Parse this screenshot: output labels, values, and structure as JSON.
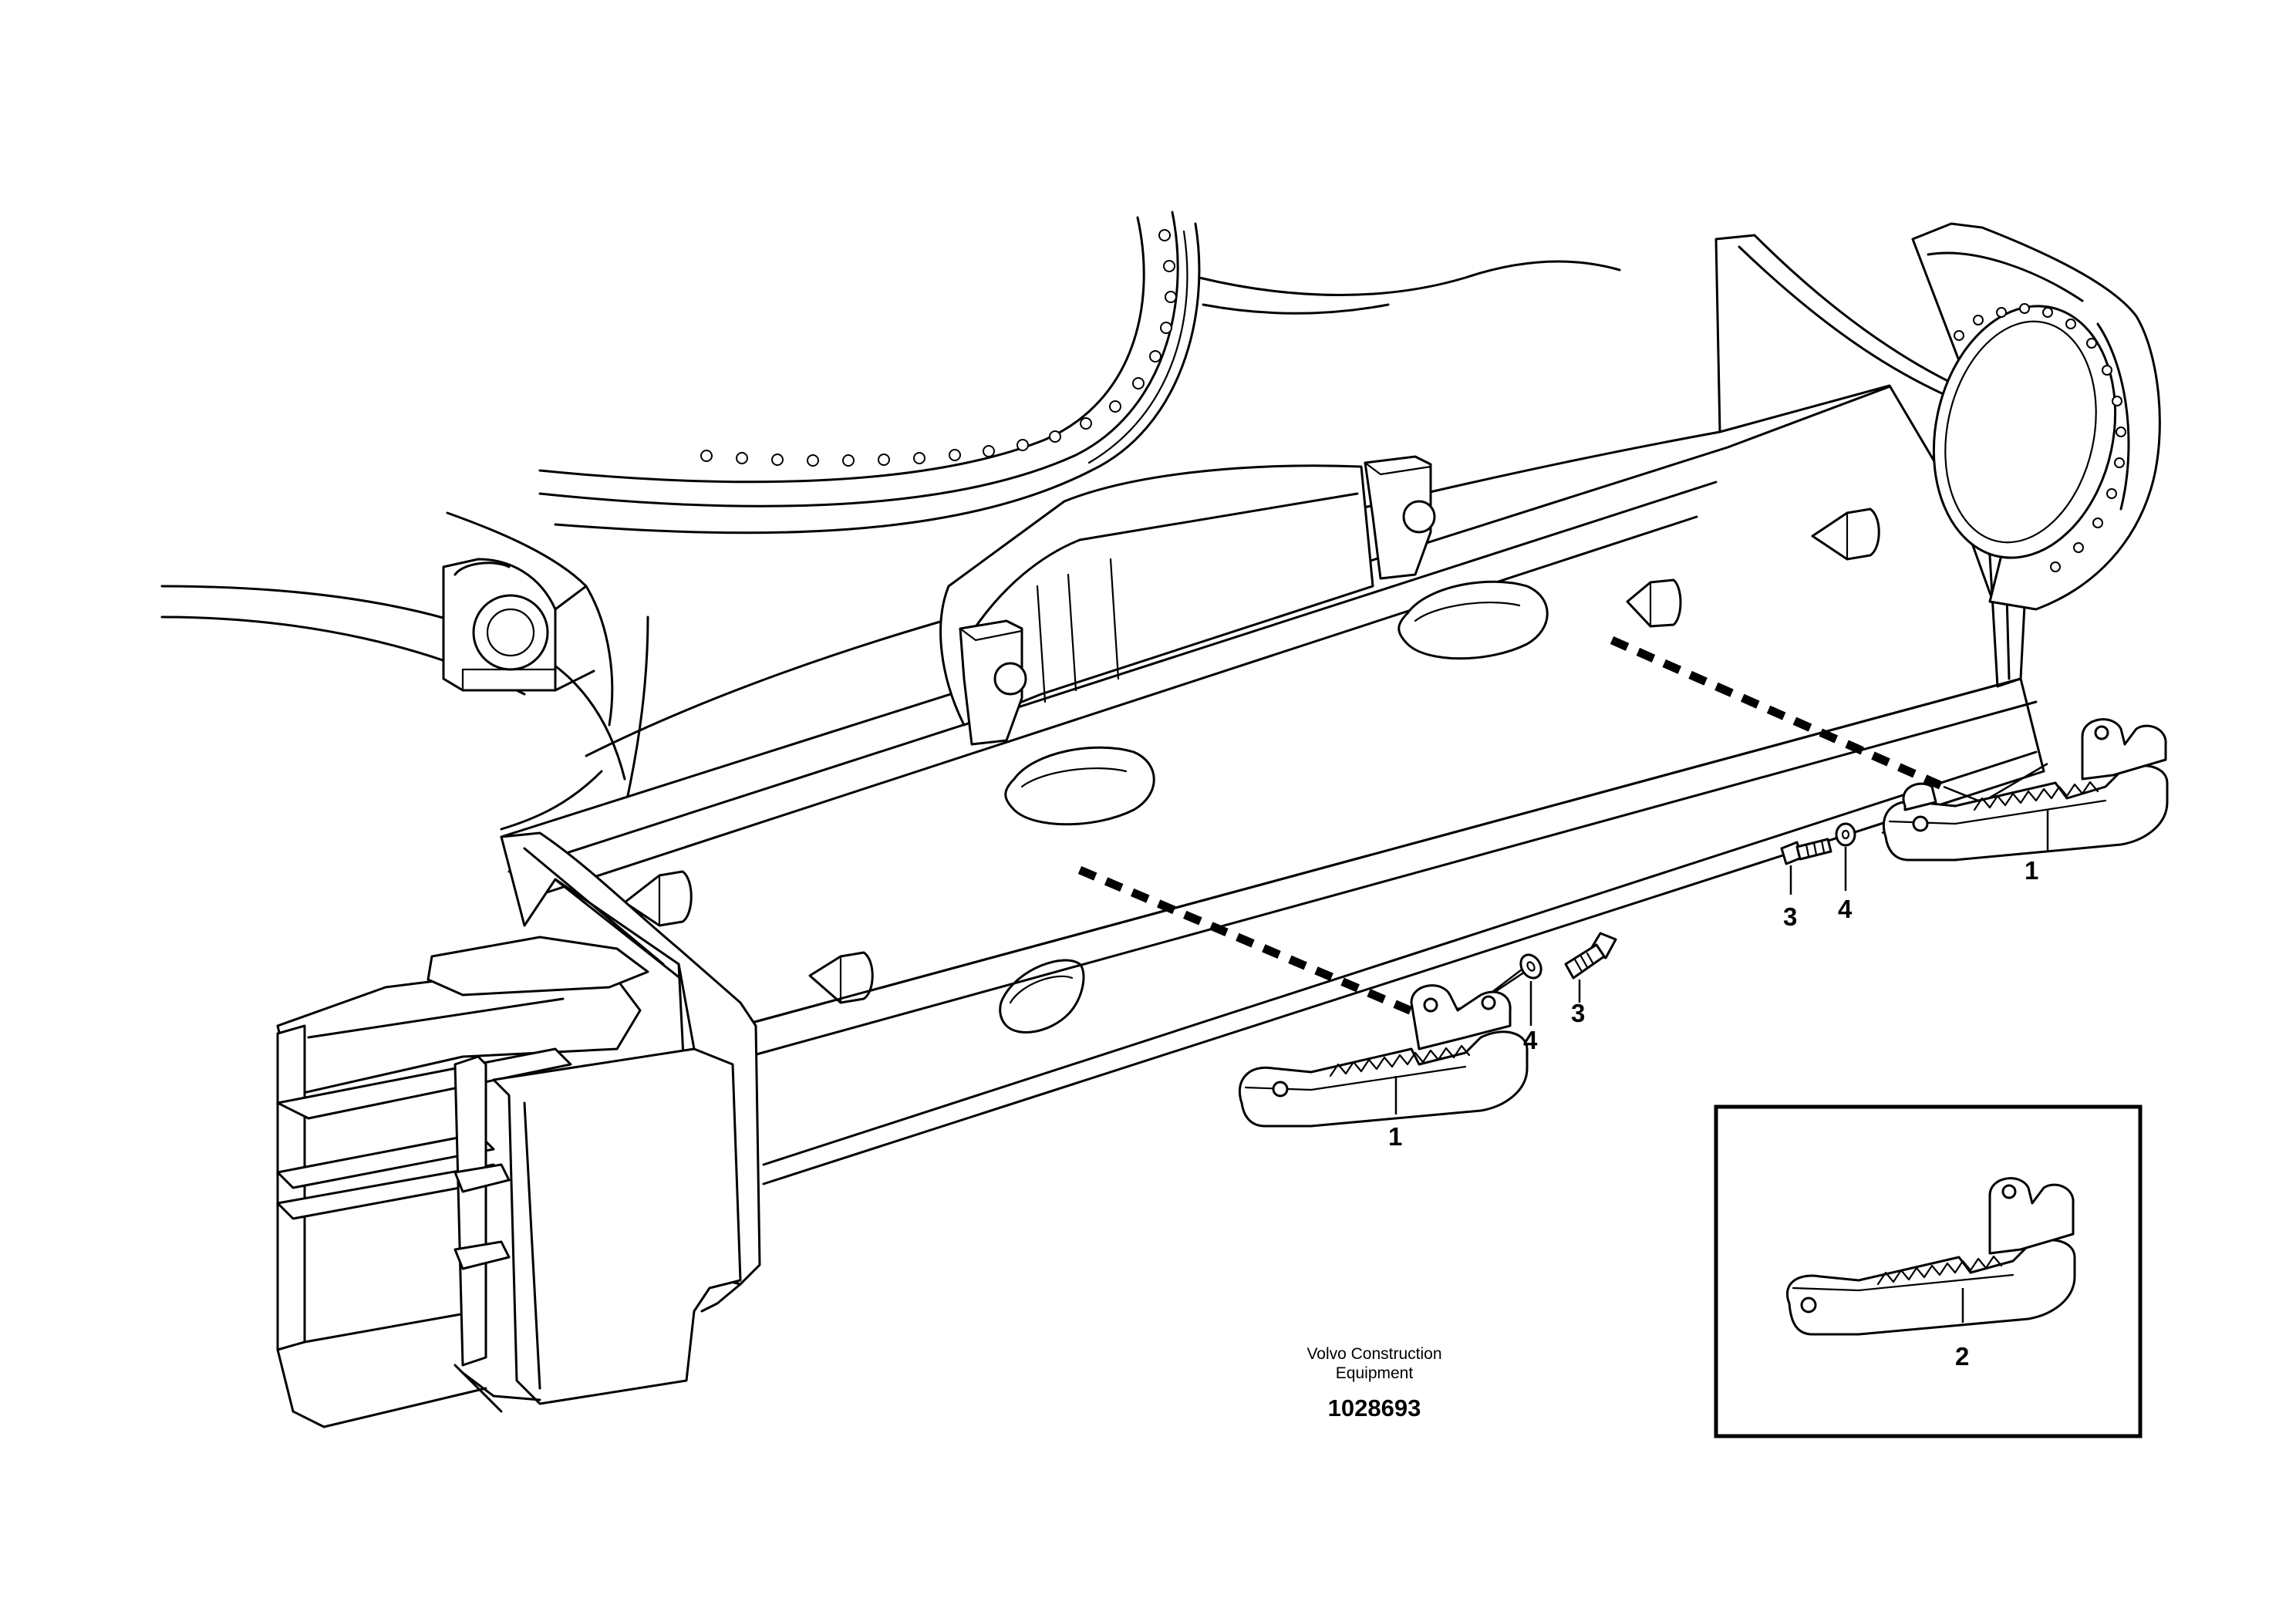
{
  "credit": {
    "line1": "Volvo Construction",
    "line2": "Equipment",
    "drawing_number": "1028693"
  },
  "callouts": {
    "front_step": "1",
    "rear_step": "1",
    "inset_step": "2",
    "front_screw": "3",
    "rear_screw": "3",
    "front_washer": "4",
    "rear_washer": "4"
  }
}
